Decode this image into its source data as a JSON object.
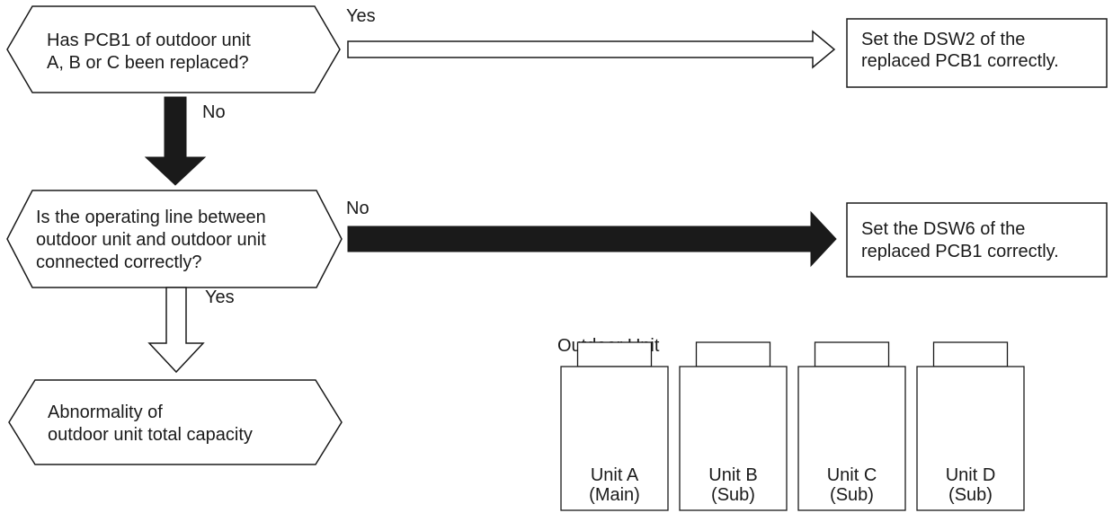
{
  "flowchart": {
    "decision1": {
      "line1": "Has PCB1 of outdoor unit",
      "line2": "A, B or C been replaced?"
    },
    "decision2": {
      "line1": "Is the operating line between",
      "line2": "outdoor unit and outdoor unit",
      "line3": "connected correctly?"
    },
    "result": {
      "line1": "Abnormality of",
      "line2": "outdoor unit total capacity"
    },
    "action1": {
      "line1": "Set the DSW2 of the",
      "line2": "replaced PCB1 correctly."
    },
    "action2": {
      "line1": "Set the DSW6 of the",
      "line2": "replaced PCB1 correctly."
    },
    "labels": {
      "d1_yes": "Yes",
      "d1_no": "No",
      "d2_no": "No",
      "d2_yes": "Yes"
    }
  },
  "outdoor_units": {
    "title": "Outdoor Unit",
    "units": [
      {
        "name": "Unit A",
        "role": "(Main)"
      },
      {
        "name": "Unit B",
        "role": "(Sub)"
      },
      {
        "name": "Unit C",
        "role": "(Sub)"
      },
      {
        "name": "Unit D",
        "role": "(Sub)"
      }
    ]
  },
  "colors": {
    "stroke": "#1a1a1a",
    "fill": "#ffffff",
    "arrow_solid": "#1a1a1a"
  }
}
